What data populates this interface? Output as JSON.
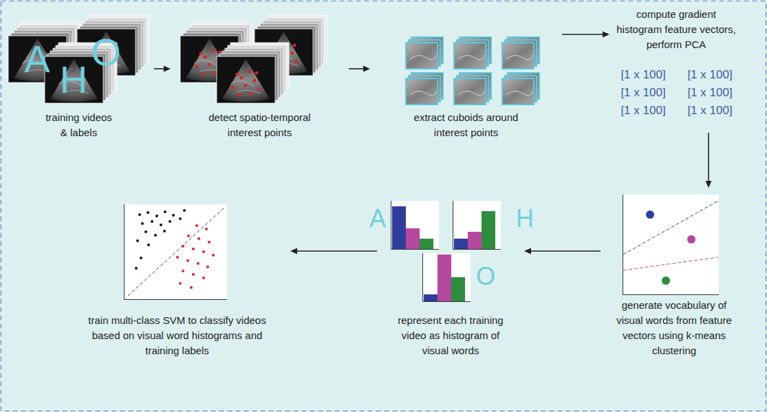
{
  "diagram": {
    "nodes": [
      {
        "text": [
          "training videos & labels"
        ]
      },
      {
        "text": [
          "detect spatio-temporal interest points"
        ]
      },
      {
        "text": [
          "extract cuboids around interest points"
        ]
      },
      {
        "text": [
          "compute gradient histogram feature vectors, perform PCA"
        ]
      },
      {
        "text": [
          "generate vocabulary of visual words from feature vectors using k-means clustering"
        ]
      },
      {
        "text": [
          "represent each training video as histogram of visual words"
        ]
      },
      {
        "text": [
          "train multi-class SVM to classify videos based on visual word histograms and training labels"
        ]
      }
    ],
    "edges": [
      {
        "from": 0,
        "to": 1,
        "arrow": "to"
      },
      {
        "from": 1,
        "to": 2,
        "arrow": "to"
      },
      {
        "from": 2,
        "to": 3,
        "arrow": "to"
      },
      {
        "from": 3,
        "to": 4,
        "arrow": "to"
      },
      {
        "from": 4,
        "to": 5,
        "arrow": "to"
      },
      {
        "from": 5,
        "to": 6,
        "arrow": "to"
      }
    ],
    "labels": [
      "A",
      "O",
      "H",
      "[1 x 100]",
      "[1 x 100]",
      "[1 x 100]",
      "[1 x 100]",
      "[1 x 100]",
      "[1 x 100]",
      "A",
      "H",
      "O"
    ]
  }
}
